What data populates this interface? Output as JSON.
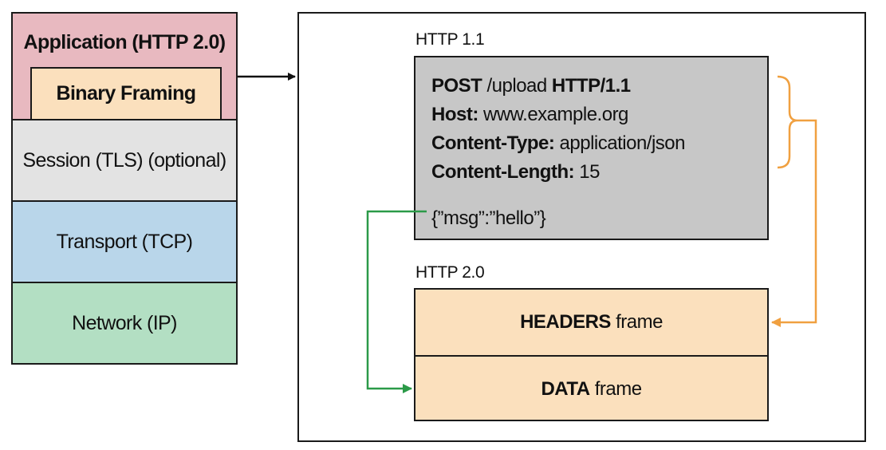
{
  "stack": {
    "application": "Application (HTTP 2.0)",
    "binary_framing": "Binary Framing",
    "session": "Session (TLS) (optional)",
    "transport": "Transport (TCP)",
    "network": "Network (IP)"
  },
  "http11": {
    "label": "HTTP 1.1",
    "lines": [
      {
        "bold": "POST",
        "text": " /upload ",
        "bold2": "HTTP/1.1"
      },
      {
        "bold": "Host:",
        "text": " www.example.org"
      },
      {
        "bold": "Content-Type:",
        "text": " application/json"
      },
      {
        "bold": "Content-Length:",
        "text": " 15"
      }
    ],
    "body": "{”msg”:”hello”}"
  },
  "http2": {
    "label": "HTTP 2.0",
    "headers_bold": "HEADERS",
    "headers_text": " frame",
    "data_bold": "DATA",
    "data_text": " frame"
  },
  "colors": {
    "application": "#e8b9c0",
    "binary_framing": "#fbe0bd",
    "session": "#e3e3e3",
    "transport": "#b9d6ea",
    "network": "#b3dfc3",
    "request_box": "#c7c7c7",
    "frames": "#fbe0bd",
    "headers_arrow": "#f0a040",
    "data_arrow": "#2b9a48"
  }
}
